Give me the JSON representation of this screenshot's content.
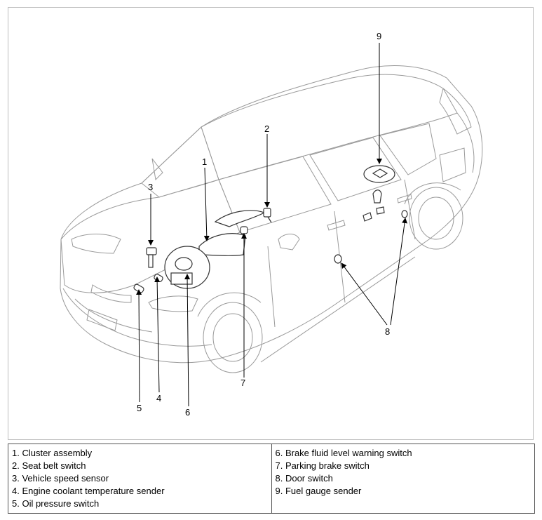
{
  "callouts": [
    "1",
    "2",
    "3",
    "4",
    "5",
    "6",
    "7",
    "8",
    "9"
  ],
  "legend": {
    "left": [
      "1. Cluster assembly",
      "2. Seat belt switch",
      "3. Vehicle speed sensor",
      "4. Engine coolant temperature sender",
      "5. Oil pressure switch"
    ],
    "right": [
      "6. Brake fluid level warning switch",
      "7. Parking brake switch",
      "8. Door switch",
      "9. Fuel gauge sender"
    ]
  }
}
